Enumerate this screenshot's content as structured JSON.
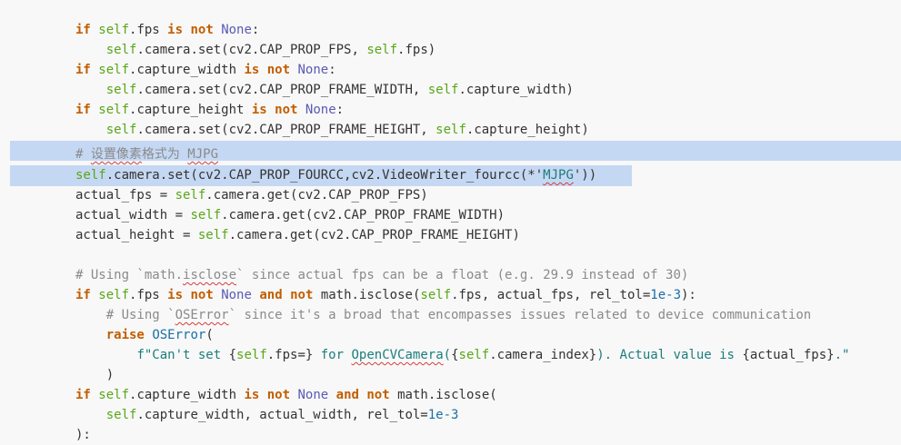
{
  "editor": {
    "lines": [
      [
        [
          "kw",
          "if"
        ],
        [
          "t",
          " "
        ],
        [
          "self",
          "self"
        ],
        [
          "t",
          ".fps "
        ],
        [
          "kw",
          "is"
        ],
        [
          "t",
          " "
        ],
        [
          "kw",
          "not"
        ],
        [
          "t",
          " "
        ],
        [
          "con",
          "None"
        ],
        [
          "t",
          ":"
        ]
      ],
      [
        [
          "t",
          "    "
        ],
        [
          "self",
          "self"
        ],
        [
          "t",
          ".camera.set(cv2.CAP_PROP_FPS, "
        ],
        [
          "self",
          "self"
        ],
        [
          "t",
          ".fps)"
        ]
      ],
      [
        [
          "kw",
          "if"
        ],
        [
          "t",
          " "
        ],
        [
          "self",
          "self"
        ],
        [
          "t",
          ".capture_width "
        ],
        [
          "kw",
          "is"
        ],
        [
          "t",
          " "
        ],
        [
          "kw",
          "not"
        ],
        [
          "t",
          " "
        ],
        [
          "con",
          "None"
        ],
        [
          "t",
          ":"
        ]
      ],
      [
        [
          "t",
          "    "
        ],
        [
          "self",
          "self"
        ],
        [
          "t",
          ".camera.set(cv2.CAP_PROP_FRAME_WIDTH, "
        ],
        [
          "self",
          "self"
        ],
        [
          "t",
          ".capture_width)"
        ]
      ],
      [
        [
          "kw",
          "if"
        ],
        [
          "t",
          " "
        ],
        [
          "self",
          "self"
        ],
        [
          "t",
          ".capture_height "
        ],
        [
          "kw",
          "is"
        ],
        [
          "t",
          " "
        ],
        [
          "kw",
          "not"
        ],
        [
          "t",
          " "
        ],
        [
          "con",
          "None"
        ],
        [
          "t",
          ":"
        ]
      ],
      [
        [
          "t",
          "    "
        ],
        [
          "self",
          "self"
        ],
        [
          "t",
          ".camera.set(cv2.CAP_PROP_FRAME_HEIGHT, "
        ],
        [
          "self",
          "self"
        ],
        [
          "t",
          ".capture_height)"
        ]
      ],
      [
        [
          "cm",
          "# "
        ],
        [
          "cm err",
          "设置像素"
        ],
        [
          "cm",
          "格式为 "
        ],
        [
          "cm err",
          "MJPG"
        ]
      ],
      [
        [
          "self",
          "self"
        ],
        [
          "t",
          ".camera.set(cv2.CAP_PROP_FOURCC,cv2.VideoWriter_fourcc(*'"
        ],
        [
          "str err",
          "MJPG"
        ],
        [
          "t",
          "'))"
        ]
      ],
      [
        [
          "t",
          "actual_fps = "
        ],
        [
          "self",
          "self"
        ],
        [
          "t",
          ".camera.get(cv2.CAP_PROP_FPS)"
        ]
      ],
      [
        [
          "t",
          "actual_width = "
        ],
        [
          "self",
          "self"
        ],
        [
          "t",
          ".camera.get(cv2.CAP_PROP_FRAME_WIDTH)"
        ]
      ],
      [
        [
          "t",
          "actual_height = "
        ],
        [
          "self",
          "self"
        ],
        [
          "t",
          ".camera.get(cv2.CAP_PROP_FRAME_HEIGHT)"
        ]
      ],
      [],
      [
        [
          "cm",
          "# Using `math."
        ],
        [
          "cm err",
          "isclose"
        ],
        [
          "cm",
          "` since actual fps can be a float (e.g. 29.9 instead of 30)"
        ]
      ],
      [
        [
          "kw",
          "if"
        ],
        [
          "t",
          " "
        ],
        [
          "self",
          "self"
        ],
        [
          "t",
          ".fps "
        ],
        [
          "kw",
          "is"
        ],
        [
          "t",
          " "
        ],
        [
          "kw",
          "not"
        ],
        [
          "t",
          " "
        ],
        [
          "con",
          "None"
        ],
        [
          "t",
          " "
        ],
        [
          "kw",
          "and"
        ],
        [
          "t",
          " "
        ],
        [
          "kw",
          "not"
        ],
        [
          "t",
          " math.isclose("
        ],
        [
          "self",
          "self"
        ],
        [
          "t",
          ".fps, actual_fps, rel_tol="
        ],
        [
          "num",
          "1e-3"
        ],
        [
          "t",
          "):"
        ]
      ],
      [
        [
          "t",
          "    "
        ],
        [
          "cm",
          "# Using `"
        ],
        [
          "cm err",
          "OSError"
        ],
        [
          "cm",
          "` since it's a broad that encompasses issues related to device communication"
        ]
      ],
      [
        [
          "t",
          "    "
        ],
        [
          "kw",
          "raise"
        ],
        [
          "t",
          " "
        ],
        [
          "cls",
          "OSError"
        ],
        [
          "t",
          "("
        ]
      ],
      [
        [
          "t",
          "        "
        ],
        [
          "str",
          "f\"Can't set "
        ],
        [
          "t",
          "{"
        ],
        [
          "self",
          "self"
        ],
        [
          "t",
          ".fps=}"
        ],
        [
          "str",
          " for "
        ],
        [
          "str err",
          "OpenCVCamera"
        ],
        [
          "str",
          "("
        ],
        [
          "t",
          "{"
        ],
        [
          "self",
          "self"
        ],
        [
          "t",
          ".camera_index}"
        ],
        [
          "str",
          "). Actual value is "
        ],
        [
          "t",
          "{actual_fps}"
        ],
        [
          "str",
          "."
        ],
        [
          "str",
          "\""
        ]
      ],
      [
        [
          "t",
          "    )"
        ]
      ],
      [
        [
          "kw",
          "if"
        ],
        [
          "t",
          " "
        ],
        [
          "self",
          "self"
        ],
        [
          "t",
          ".capture_width "
        ],
        [
          "kw",
          "is"
        ],
        [
          "t",
          " "
        ],
        [
          "kw",
          "not"
        ],
        [
          "t",
          " "
        ],
        [
          "con",
          "None"
        ],
        [
          "t",
          " "
        ],
        [
          "kw",
          "and"
        ],
        [
          "t",
          " "
        ],
        [
          "kw",
          "not"
        ],
        [
          "t",
          " math.isclose("
        ]
      ],
      [
        [
          "t",
          "    "
        ],
        [
          "self",
          "self"
        ],
        [
          "t",
          ".capture_width, actual_width, rel_tol="
        ],
        [
          "num",
          "1e-3"
        ]
      ],
      [
        [
          "t",
          "):"
        ]
      ]
    ]
  },
  "colors": {
    "background": "#f8f8f8",
    "selection": "#c5d8f3",
    "keyword": "#c25e00",
    "self": "#58a618",
    "constant": "#5a5ab5",
    "class": "#1a6fa6",
    "string": "#1b7d7d",
    "comment": "#8a8a8a"
  }
}
